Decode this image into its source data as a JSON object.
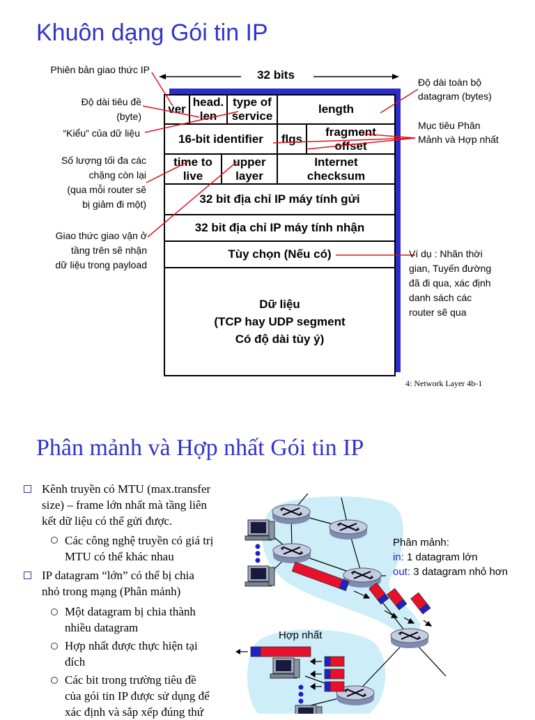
{
  "slide1": {
    "title": "Khuôn dạng Gói tin IP",
    "bits_label": "32 bits",
    "fields": {
      "ver": "ver",
      "head_len_1": "head.",
      "head_len_2": "len",
      "tos_1": "type of",
      "tos_2": "service",
      "length": "length",
      "identifier": "16-bit identifier",
      "flgs": "flgs",
      "frag_1": "fragment",
      "frag_2": "offset",
      "ttl_1": "time to",
      "ttl_2": "live",
      "upper_1": "upper",
      "upper_2": "layer",
      "checksum_1": "Internet",
      "checksum_2": "checksum",
      "src_addr": "32 bit địa chỉ IP máy tính gửi",
      "dst_addr": "32 bit địa chỉ IP máy tính nhận",
      "options": "Tùy chọn (Nếu có)",
      "data_1": "Dữ liệu",
      "data_2": "(TCP hay UDP segment",
      "data_3": "Có độ dài tùy ý)"
    },
    "annotations": {
      "version": "Phiên bản giao thức IP",
      "hlen_1": "Độ dài tiêu đề",
      "hlen_2": "(byte)",
      "type": "“Kiểu” của dữ liệu",
      "hops_1": "Số lượng tối đa các",
      "hops_2": "chặng còn lại",
      "hops_3": "(qua mỗi router sẽ",
      "hops_4": "bị giảm đi một)",
      "proto_1": "Giao thức giao vận ở",
      "proto_2": "tầng trên sẽ nhận",
      "proto_3": "dữ liệu trong payload",
      "total_1": "Độ dài toàn bộ",
      "total_2": "datagram (bytes)",
      "frag_1": "Mục tiêu Phân",
      "frag_2": "Mảnh và Hợp nhất",
      "example_1": "Ví dụ : Nhãn thời",
      "example_2": "gian, Tuyến đường",
      "example_3": "đã đi qua, xác định",
      "example_4": "danh sách các",
      "example_5": "router sẽ qua"
    },
    "footer": "4: Network Layer    4b-1"
  },
  "slide2": {
    "title": "Phân mảnh và Hợp nhất Gói tin IP",
    "bullets": [
      {
        "level": 1,
        "text": [
          "Kênh truyền có MTU (max.transfer",
          "size) – frame lớn nhất mà tầng liên",
          "kết dữ liệu có thể gửi được."
        ]
      },
      {
        "level": 2,
        "text": [
          "Các công nghệ truyền có giá trị",
          "MTU có thể khác nhau"
        ]
      },
      {
        "level": 1,
        "text": [
          "IP datagram “lớn” có thể bị chia",
          "nhỏ trong mạng (Phân mảnh)"
        ]
      },
      {
        "level": 2,
        "text": [
          "Một datagram bị chia thành",
          "nhiều datagram"
        ]
      },
      {
        "level": 2,
        "text": [
          "Hợp nhất được thực hiện tại",
          "đích"
        ]
      },
      {
        "level": 2,
        "text": [
          "Các bit trong trường tiêu đề",
          "của gói tin IP được sử dụng để",
          "xác định và sắp xếp đúng thứ"
        ]
      }
    ],
    "diagram": {
      "frag_title": "Phân mảnh:",
      "frag_in_prefix": "in:",
      "frag_in_text": " 1 datagram lớn",
      "frag_out_prefix": "out:",
      "frag_out_text": " 3 datagram nhỏ hơn",
      "reassembly": "Hợp nhất"
    },
    "colors": {
      "accent": "#3333cc",
      "packet_red": "#e8102a",
      "packet_blue": "#2020c8",
      "cloud": "#cdeef8",
      "router": "#b0bcd8"
    }
  }
}
